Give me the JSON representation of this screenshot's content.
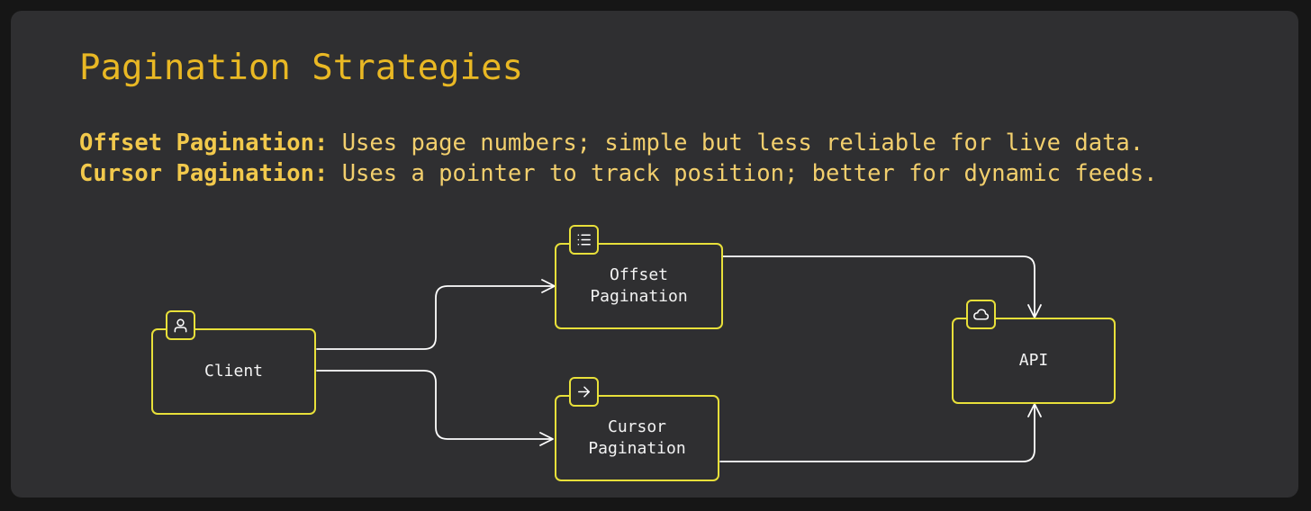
{
  "title": "Pagination Strategies",
  "descriptions": [
    {
      "term": "Offset Pagination:",
      "text": " Uses page numbers; simple but less reliable for live data."
    },
    {
      "term": "Cursor Pagination:",
      "text": " Uses a pointer to track position; better for dynamic feeds."
    }
  ],
  "nodes": {
    "client": {
      "label": "Client",
      "icon": "user-icon"
    },
    "offset": {
      "label": "Offset Pagination",
      "icon": "list-icon"
    },
    "cursor": {
      "label": "Cursor\nPagination",
      "icon": "arrow-right-icon"
    },
    "api": {
      "label": "API",
      "icon": "cloud-icon"
    }
  },
  "colors": {
    "background": "#161616",
    "card": "#2f2f31",
    "title": "#e9b824",
    "description": "#f2cf6d",
    "node_border": "#e8e03a",
    "connector": "#ffffff"
  }
}
